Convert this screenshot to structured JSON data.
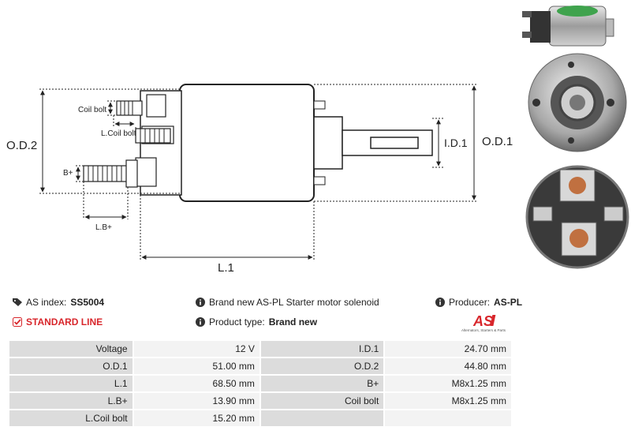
{
  "drawing": {
    "labels": {
      "od2": "O.D.2",
      "od1": "O.D.1",
      "id1": "I.D.1",
      "l1": "L.1",
      "lb": "L.B+",
      "bplus": "B+",
      "coil_bolt": "Coil bolt",
      "l_coil_bolt": "L.Coil bolt"
    }
  },
  "photos": {
    "top": "solenoid-side-photo",
    "middle": "solenoid-front-photo",
    "bottom": "solenoid-rear-photo"
  },
  "info": {
    "as_index_label": "AS index:",
    "as_index_value": "SS5004",
    "standard_line": "STANDARD LINE",
    "description": "Brand new AS-PL Starter motor solenoid",
    "product_type_label": "Product type:",
    "product_type_value": "Brand new",
    "producer_label": "Producer:",
    "producer_value": "AS-PL",
    "logo_text": "AS",
    "logo_subtext": "Alternators, Starters & Parts",
    "accent_color": "#d8262b"
  },
  "specs": [
    {
      "label": "Voltage",
      "value": "12 V",
      "label2": "I.D.1",
      "value2": "24.70 mm"
    },
    {
      "label": "O.D.1",
      "value": "51.00 mm",
      "label2": "O.D.2",
      "value2": "44.80 mm"
    },
    {
      "label": "L.1",
      "value": "68.50 mm",
      "label2": "B+",
      "value2": "M8x1.25 mm"
    },
    {
      "label": "L.B+",
      "value": "13.90 mm",
      "label2": "Coil bolt",
      "value2": "M8x1.25 mm"
    },
    {
      "label": "L.Coil bolt",
      "value": "15.20 mm",
      "label2": "",
      "value2": ""
    }
  ]
}
